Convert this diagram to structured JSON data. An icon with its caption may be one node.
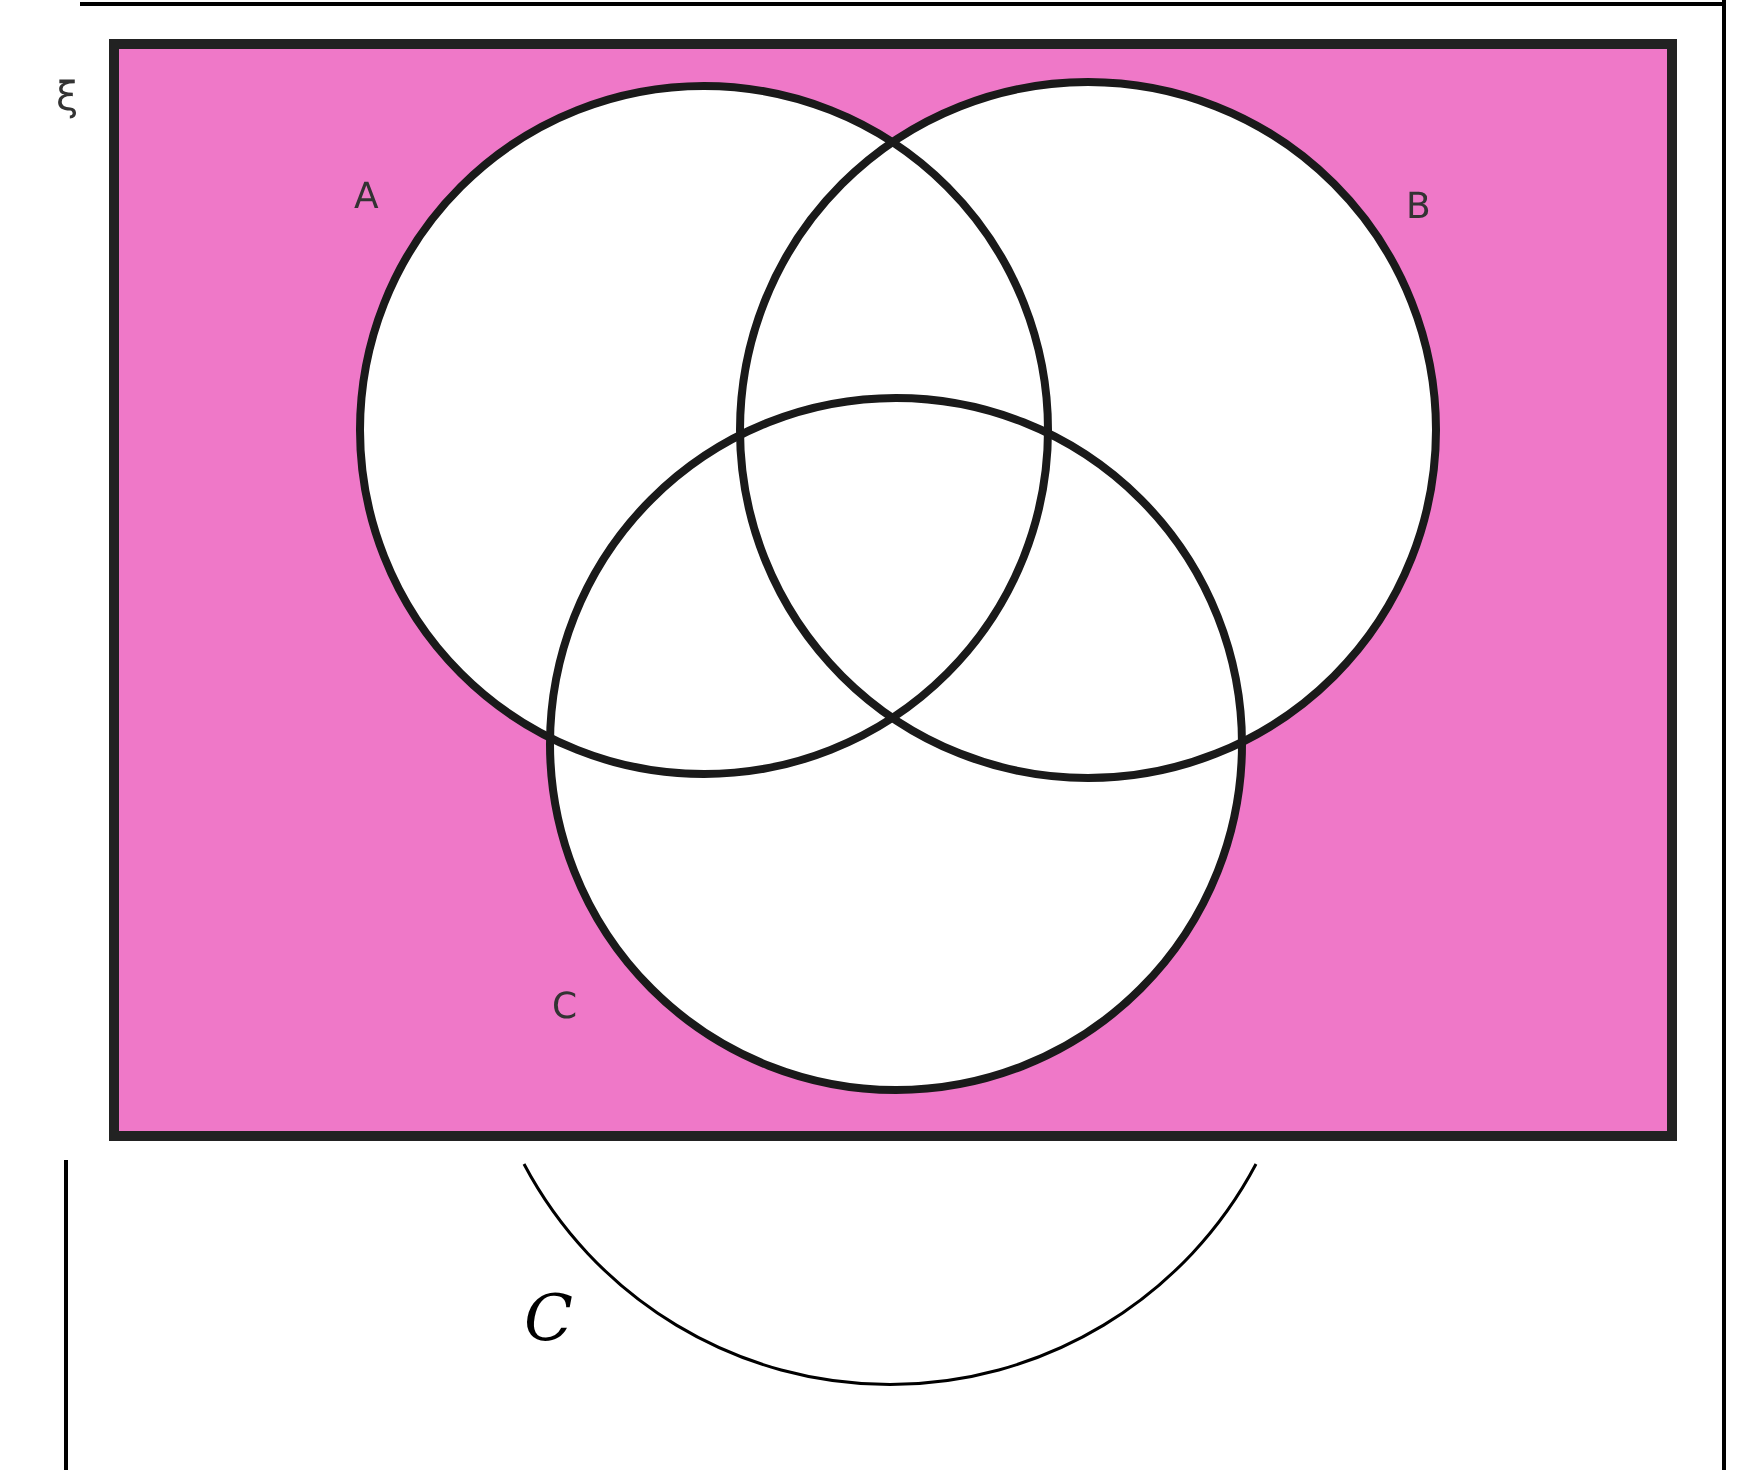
{
  "diagram": {
    "nodes": [
      {
        "text": [
          "ξ"
        ]
      },
      {
        "text": [
          "A"
        ],
        "in": 0
      },
      {
        "text": [
          "B"
        ],
        "in": 0
      },
      {
        "text": [
          "C"
        ],
        "in": 0
      },
      {
        "text": [
          "C"
        ]
      }
    ]
  }
}
